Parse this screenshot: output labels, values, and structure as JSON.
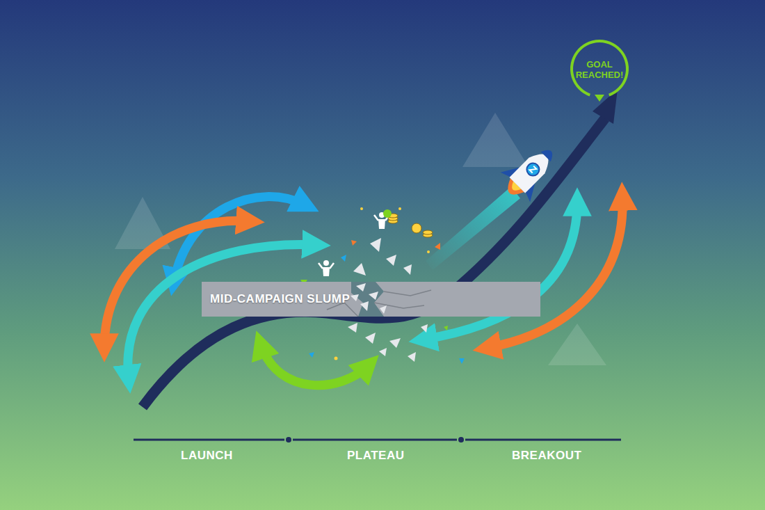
{
  "diagram": {
    "nodes": [
      {
        "text": [
          "MID-CAMPAIGN SLUMP"
        ]
      },
      {
        "text": [
          "GOAL REACHED!"
        ]
      }
    ],
    "labels": [
      "LAUNCH",
      "PLATEAU",
      "BREAKOUT"
    ]
  }
}
